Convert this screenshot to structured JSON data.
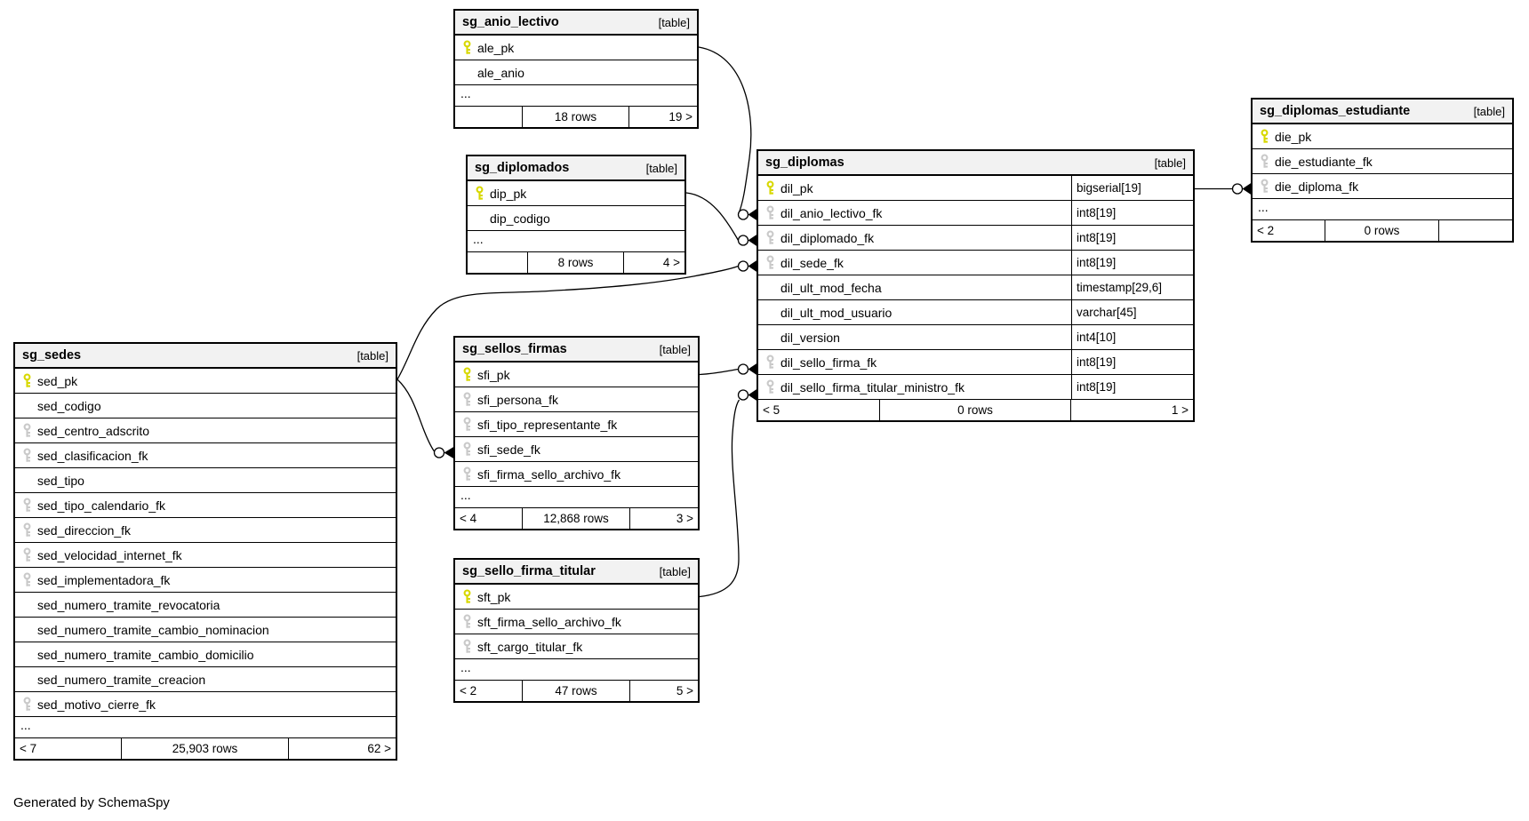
{
  "page": {
    "generated_by": "Generated by SchemaSpy"
  },
  "colors": {
    "header_bg": "#f2f2f2",
    "border": "#000000",
    "line": "#000000",
    "pk_icon": "#d8d800",
    "fk_icon": "#c9c9c9",
    "background": "#ffffff"
  },
  "icons": {
    "primary_key": "key-icon",
    "foreign_key": "key-icon"
  },
  "tables": [
    {
      "name": "sg_anio_lectivo",
      "badge": "[table]",
      "columns": [
        {
          "name": "ale_pk",
          "key": "pk"
        },
        {
          "name": "ale_anio",
          "key": ""
        }
      ],
      "ellipsis": "...",
      "footer": {
        "left": "",
        "center": "18 rows",
        "right": "19 >"
      }
    },
    {
      "name": "sg_diplomados",
      "badge": "[table]",
      "columns": [
        {
          "name": "dip_pk",
          "key": "pk"
        },
        {
          "name": "dip_codigo",
          "key": ""
        }
      ],
      "ellipsis": "...",
      "footer": {
        "left": "",
        "center": "8 rows",
        "right": "4 >"
      }
    },
    {
      "name": "sg_diplomas",
      "badge": "[table]",
      "columns": [
        {
          "name": "dil_pk",
          "key": "pk",
          "type": "bigserial[19]"
        },
        {
          "name": "dil_anio_lectivo_fk",
          "key": "fk",
          "type": "int8[19]"
        },
        {
          "name": "dil_diplomado_fk",
          "key": "fk",
          "type": "int8[19]"
        },
        {
          "name": "dil_sede_fk",
          "key": "fk",
          "type": "int8[19]"
        },
        {
          "name": "dil_ult_mod_fecha",
          "key": "",
          "type": "timestamp[29,6]"
        },
        {
          "name": "dil_ult_mod_usuario",
          "key": "",
          "type": "varchar[45]"
        },
        {
          "name": "dil_version",
          "key": "",
          "type": "int4[10]"
        },
        {
          "name": "dil_sello_firma_fk",
          "key": "fk",
          "type": "int8[19]"
        },
        {
          "name": "dil_sello_firma_titular_ministro_fk",
          "key": "fk",
          "type": "int8[19]"
        }
      ],
      "ellipsis": "",
      "footer": {
        "left": "< 5",
        "center": "0 rows",
        "right": "1 >"
      }
    },
    {
      "name": "sg_diplomas_estudiante",
      "badge": "[table]",
      "columns": [
        {
          "name": "die_pk",
          "key": "pk"
        },
        {
          "name": "die_estudiante_fk",
          "key": "fk"
        },
        {
          "name": "die_diploma_fk",
          "key": "fk"
        }
      ],
      "ellipsis": "...",
      "footer": {
        "left": "< 2",
        "center": "0 rows",
        "right": ""
      }
    },
    {
      "name": "sg_sedes",
      "badge": "[table]",
      "columns": [
        {
          "name": "sed_pk",
          "key": "pk"
        },
        {
          "name": "sed_codigo",
          "key": ""
        },
        {
          "name": "sed_centro_adscrito",
          "key": "fk"
        },
        {
          "name": "sed_clasificacion_fk",
          "key": "fk"
        },
        {
          "name": "sed_tipo",
          "key": ""
        },
        {
          "name": "sed_tipo_calendario_fk",
          "key": "fk"
        },
        {
          "name": "sed_direccion_fk",
          "key": "fk"
        },
        {
          "name": "sed_velocidad_internet_fk",
          "key": "fk"
        },
        {
          "name": "sed_implementadora_fk",
          "key": "fk"
        },
        {
          "name": "sed_numero_tramite_revocatoria",
          "key": ""
        },
        {
          "name": "sed_numero_tramite_cambio_nominacion",
          "key": ""
        },
        {
          "name": "sed_numero_tramite_cambio_domicilio",
          "key": ""
        },
        {
          "name": "sed_numero_tramite_creacion",
          "key": ""
        },
        {
          "name": "sed_motivo_cierre_fk",
          "key": "fk"
        }
      ],
      "ellipsis": "...",
      "footer": {
        "left": "< 7",
        "center": "25,903 rows",
        "right": "62 >"
      }
    },
    {
      "name": "sg_sellos_firmas",
      "badge": "[table]",
      "columns": [
        {
          "name": "sfi_pk",
          "key": "pk"
        },
        {
          "name": "sfi_persona_fk",
          "key": "fk"
        },
        {
          "name": "sfi_tipo_representante_fk",
          "key": "fk"
        },
        {
          "name": "sfi_sede_fk",
          "key": "fk"
        },
        {
          "name": "sfi_firma_sello_archivo_fk",
          "key": "fk"
        }
      ],
      "ellipsis": "...",
      "footer": {
        "left": "< 4",
        "center": "12,868 rows",
        "right": "3 >"
      }
    },
    {
      "name": "sg_sello_firma_titular",
      "badge": "[table]",
      "columns": [
        {
          "name": "sft_pk",
          "key": "pk"
        },
        {
          "name": "sft_firma_sello_archivo_fk",
          "key": "fk"
        },
        {
          "name": "sft_cargo_titular_fk",
          "key": "fk"
        }
      ],
      "ellipsis": "...",
      "footer": {
        "left": "< 2",
        "center": "47 rows",
        "right": "5 >"
      }
    }
  ],
  "relations": [
    {
      "from_table": "sg_anio_lectivo",
      "from_column": "ale_pk",
      "to_table": "sg_diplomas",
      "to_column": "dil_anio_lectivo_fk"
    },
    {
      "from_table": "sg_diplomados",
      "from_column": "dip_pk",
      "to_table": "sg_diplomas",
      "to_column": "dil_diplomado_fk"
    },
    {
      "from_table": "sg_sedes",
      "from_column": "sed_pk",
      "to_table": "sg_diplomas",
      "to_column": "dil_sede_fk"
    },
    {
      "from_table": "sg_sedes",
      "from_column": "sed_pk",
      "to_table": "sg_sellos_firmas",
      "to_column": "sfi_sede_fk"
    },
    {
      "from_table": "sg_sellos_firmas",
      "from_column": "sfi_pk",
      "to_table": "sg_diplomas",
      "to_column": "dil_sello_firma_fk"
    },
    {
      "from_table": "sg_sello_firma_titular",
      "from_column": "sft_pk",
      "to_table": "sg_diplomas",
      "to_column": "dil_sello_firma_titular_ministro_fk"
    },
    {
      "from_table": "sg_diplomas",
      "from_column": "dil_pk",
      "to_table": "sg_diplomas_estudiante",
      "to_column": "die_diploma_fk"
    }
  ]
}
